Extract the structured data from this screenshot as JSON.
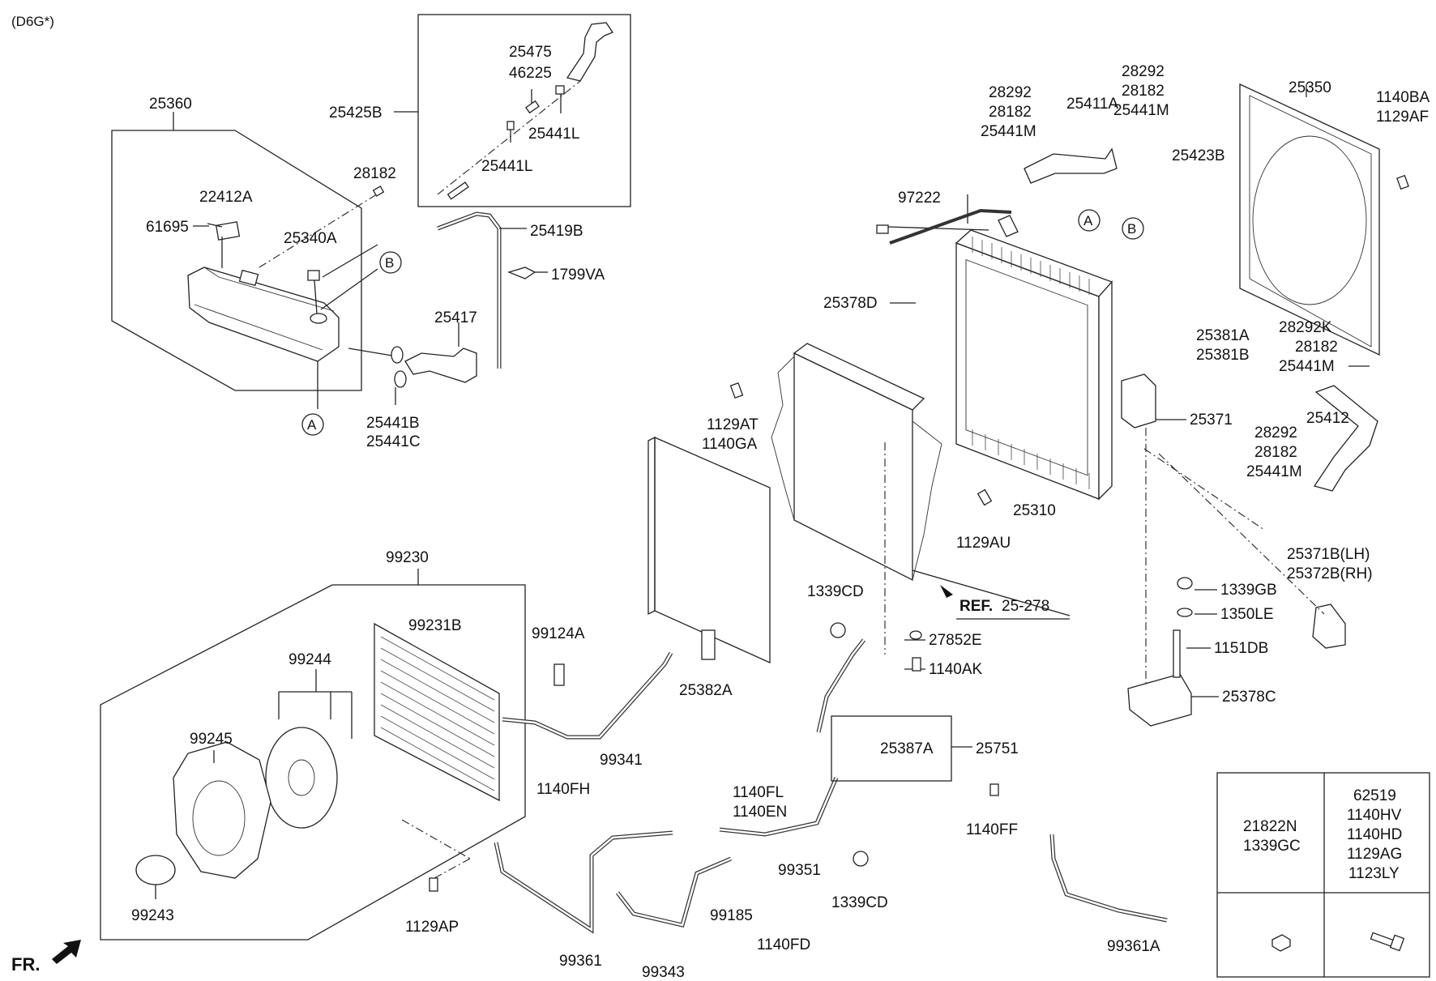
{
  "header": {
    "model_code": "(D6G*)"
  },
  "footer": {
    "direction_label": "FR."
  },
  "reference": {
    "prefix": "REF.",
    "number": "25-278"
  },
  "callout_letters": {
    "a": "A",
    "b": "B"
  },
  "parts": {
    "p25360": "25360",
    "p22412A": "22412A",
    "p61695": "61695",
    "p25340A": "25340A",
    "p28182_top": "28182",
    "p25425B": "25425B",
    "p25475": "25475",
    "p46225": "46225",
    "p25441L_1": "25441L",
    "p25441L_2": "25441L",
    "p25419B": "25419B",
    "p1799VA": "1799VA",
    "p25417": "25417",
    "p25441B": "25441B",
    "p25441C": "25441C",
    "p97222": "97222",
    "p28292_a": "28292",
    "p28182_a": "28182",
    "p25441M_a": "25441M",
    "p25411A": "25411A",
    "p28292_b": "28292",
    "p28182_b": "28182",
    "p25441M_b": "25441M",
    "p25423B": "25423B",
    "p25350": "25350",
    "p1140BA": "1140BA",
    "p1129AF": "1129AF",
    "p25378D": "25378D",
    "p25381A": "25381A",
    "p25381B": "25381B",
    "p28292K": "28292K",
    "p28182_c": "28182",
    "p25441M_c": "25441M",
    "p1129AT": "1129AT",
    "p1140GA": "1140GA",
    "p25371": "25371",
    "p25412": "25412",
    "p28292_d": "28292",
    "p28182_d": "28182",
    "p25441M_d": "25441M",
    "p25310": "25310",
    "p1129AU": "1129AU",
    "p25371B": "25371B(LH)",
    "p25372B": "25372B(RH)",
    "p99230": "99230",
    "p99231B": "99231B",
    "p99244": "99244",
    "p99245": "99245",
    "p99243": "99243",
    "p1129AP": "1129AP",
    "p99124A": "99124A",
    "p25382A": "25382A",
    "p99341": "99341",
    "p1140FH": "1140FH",
    "p1339CD_a": "1339CD",
    "p1339GB": "1339GB",
    "p1350LE": "1350LE",
    "p27852E": "27852E",
    "p1140AK": "1140AK",
    "p1151DB": "1151DB",
    "p25378C": "25378C",
    "p25387A": "25387A",
    "p25751": "25751",
    "p1140FL": "1140FL",
    "p1140EN": "1140EN",
    "p99351": "99351",
    "p1140FF": "1140FF",
    "p1339CD_b": "1339CD",
    "p99185": "99185",
    "p1140FD": "1140FD",
    "p99361": "99361",
    "p99343": "99343",
    "p99361A": "99361A"
  },
  "legend_table": {
    "cell_left": [
      "21822N",
      "1339GC"
    ],
    "cell_right": [
      "62519",
      "1140HV",
      "1140HD",
      "1129AG",
      "1123LY"
    ]
  }
}
